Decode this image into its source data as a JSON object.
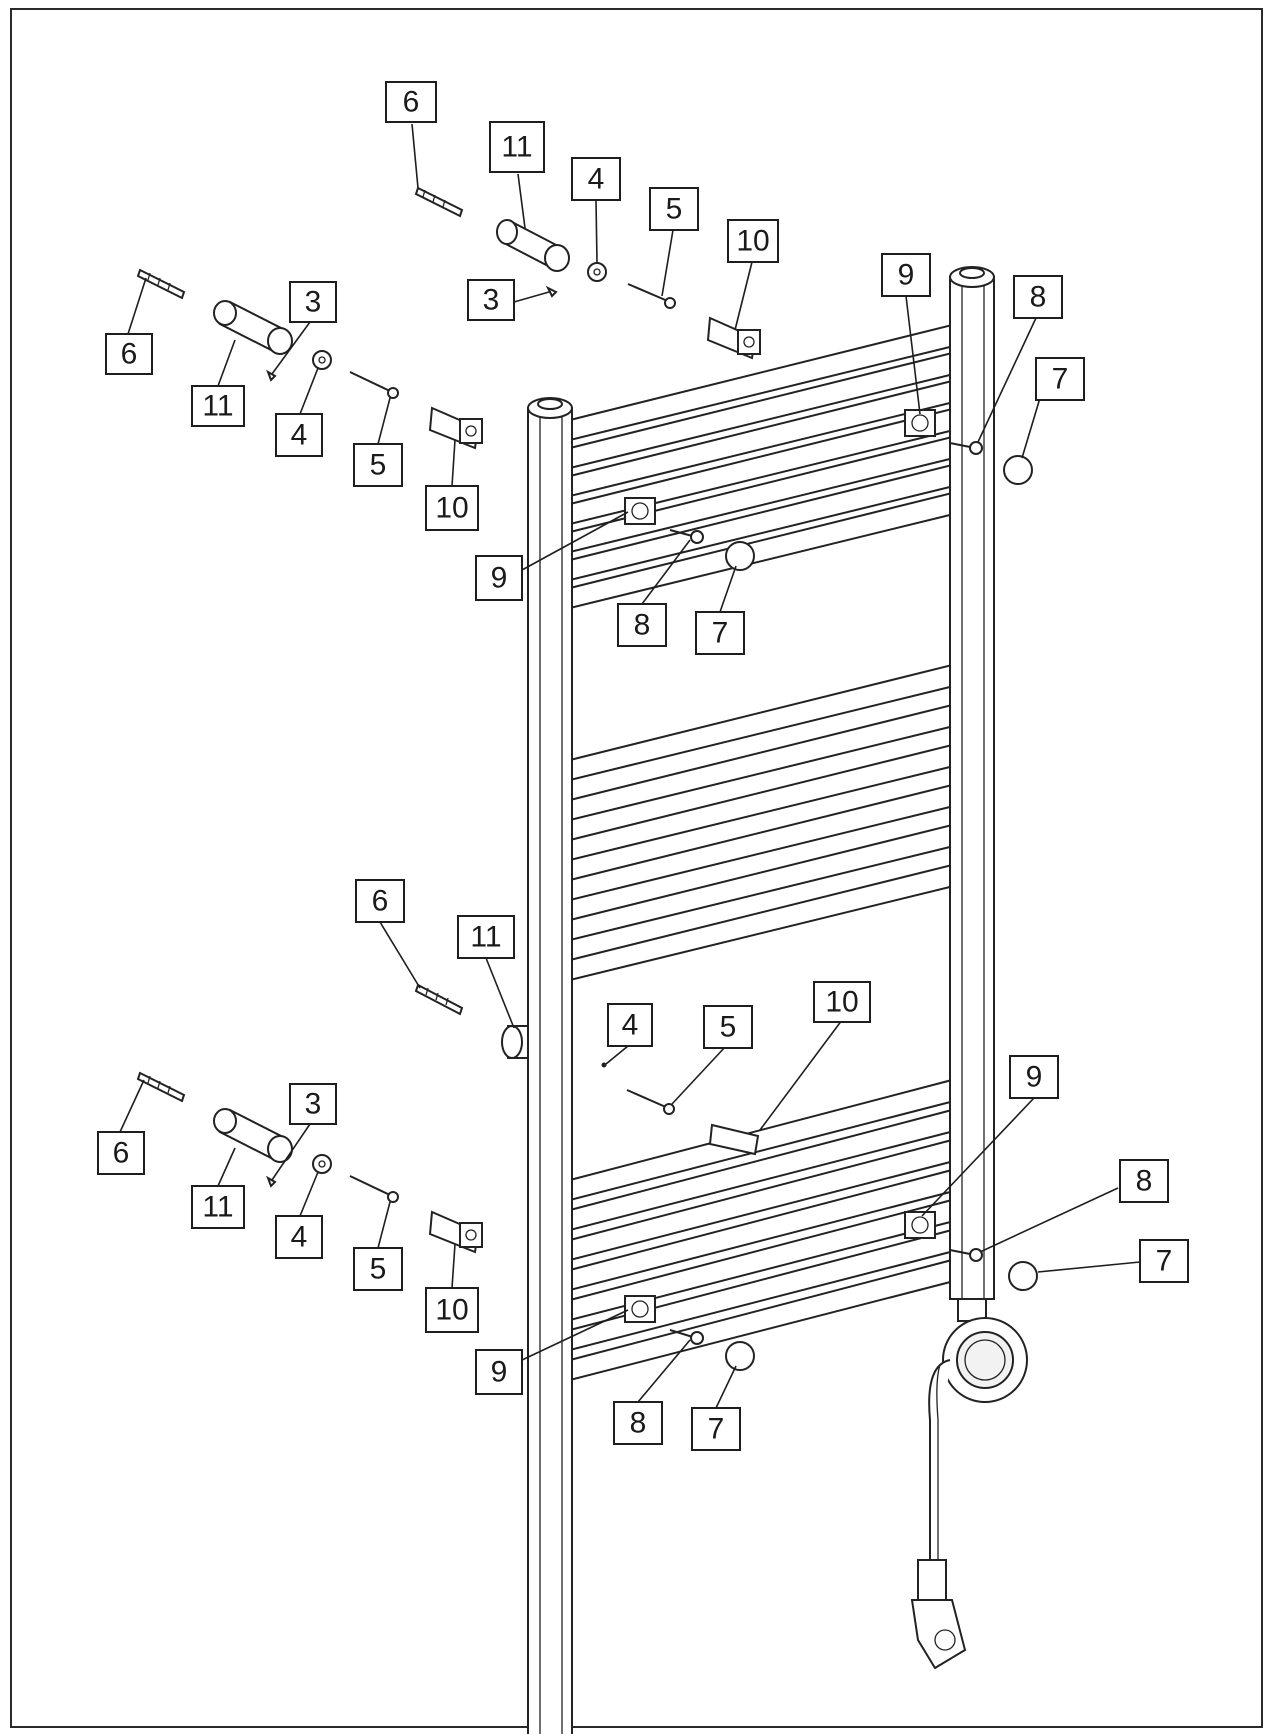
{
  "diagram": {
    "callouts": [
      {
        "id": "c-6a",
        "label": "6"
      },
      {
        "id": "c-11a",
        "label": "11"
      },
      {
        "id": "c-4a",
        "label": "4"
      },
      {
        "id": "c-5a",
        "label": "5"
      },
      {
        "id": "c-10a",
        "label": "10"
      },
      {
        "id": "c-3a",
        "label": "3"
      },
      {
        "id": "c-6b",
        "label": "6"
      },
      {
        "id": "c-3b",
        "label": "3"
      },
      {
        "id": "c-11b",
        "label": "11"
      },
      {
        "id": "c-4b",
        "label": "4"
      },
      {
        "id": "c-5b",
        "label": "5"
      },
      {
        "id": "c-10b",
        "label": "10"
      },
      {
        "id": "c-9a",
        "label": "9"
      },
      {
        "id": "c-8a",
        "label": "8"
      },
      {
        "id": "c-7a",
        "label": "7"
      },
      {
        "id": "c-9b",
        "label": "9"
      },
      {
        "id": "c-8b",
        "label": "8"
      },
      {
        "id": "c-7b",
        "label": "7"
      },
      {
        "id": "c-6c",
        "label": "6"
      },
      {
        "id": "c-11c",
        "label": "11"
      },
      {
        "id": "c-4c",
        "label": "4"
      },
      {
        "id": "c-5c",
        "label": "5"
      },
      {
        "id": "c-10c",
        "label": "10"
      },
      {
        "id": "c-6d",
        "label": "6"
      },
      {
        "id": "c-3c",
        "label": "3"
      },
      {
        "id": "c-11d",
        "label": "11"
      },
      {
        "id": "c-4d",
        "label": "4"
      },
      {
        "id": "c-5d",
        "label": "5"
      },
      {
        "id": "c-10d",
        "label": "10"
      },
      {
        "id": "c-9c",
        "label": "9"
      },
      {
        "id": "c-8c",
        "label": "8"
      },
      {
        "id": "c-7c",
        "label": "7"
      },
      {
        "id": "c-9d",
        "label": "9"
      },
      {
        "id": "c-8d",
        "label": "8"
      },
      {
        "id": "c-7d",
        "label": "7"
      }
    ]
  }
}
